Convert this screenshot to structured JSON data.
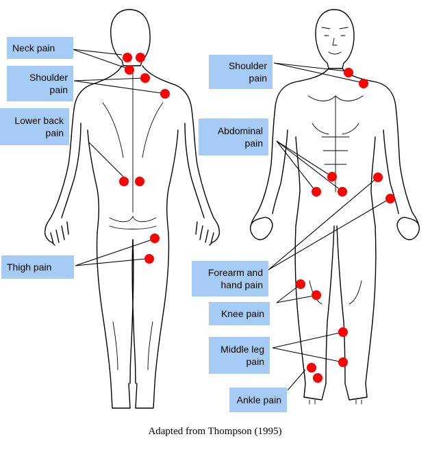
{
  "labels": {
    "neck_pain": "Neck pain",
    "shoulder_pain_back": "Shoulder\npain",
    "lower_back_pain": "Lower back\npain",
    "thigh_pain": "Thigh pain",
    "shoulder_pain_front": "Shoulder\npain",
    "abdominal_pain": "Abdominal\npain",
    "forearm_hand_pain": "Forearm and\nhand pain",
    "knee_pain": "Knee pain",
    "middle_leg_pain": "Middle leg\npain",
    "ankle_pain": "Ankle pain"
  },
  "caption": "Adapted from Thompson (1995)",
  "colors": {
    "label_background": "#a6ccf5",
    "pain_dot": "#ff0000",
    "outline": "#000000"
  }
}
